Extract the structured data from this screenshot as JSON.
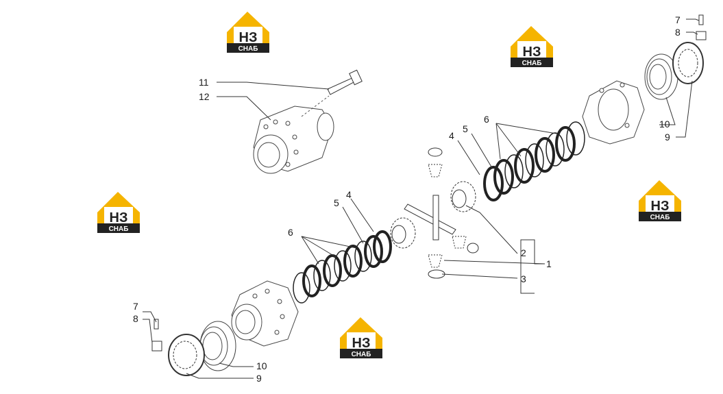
{
  "colors": {
    "brand": "#F5B400",
    "logo_dark": "#222222",
    "line": "#333333"
  },
  "logo": {
    "mark": "НЗ",
    "caption": "СНАБ"
  },
  "callouts": {
    "n1": "1",
    "n2": "2",
    "n3": "3",
    "n4a": "4",
    "n4b": "4",
    "n5a": "5",
    "n5b": "5",
    "n6a": "6",
    "n6b": "6",
    "n7a": "7",
    "n7b": "7",
    "n8a": "8",
    "n8b": "8",
    "n9a": "9",
    "n9b": "9",
    "n10a": "10",
    "n10b": "10",
    "n11": "11",
    "n12": "12"
  }
}
